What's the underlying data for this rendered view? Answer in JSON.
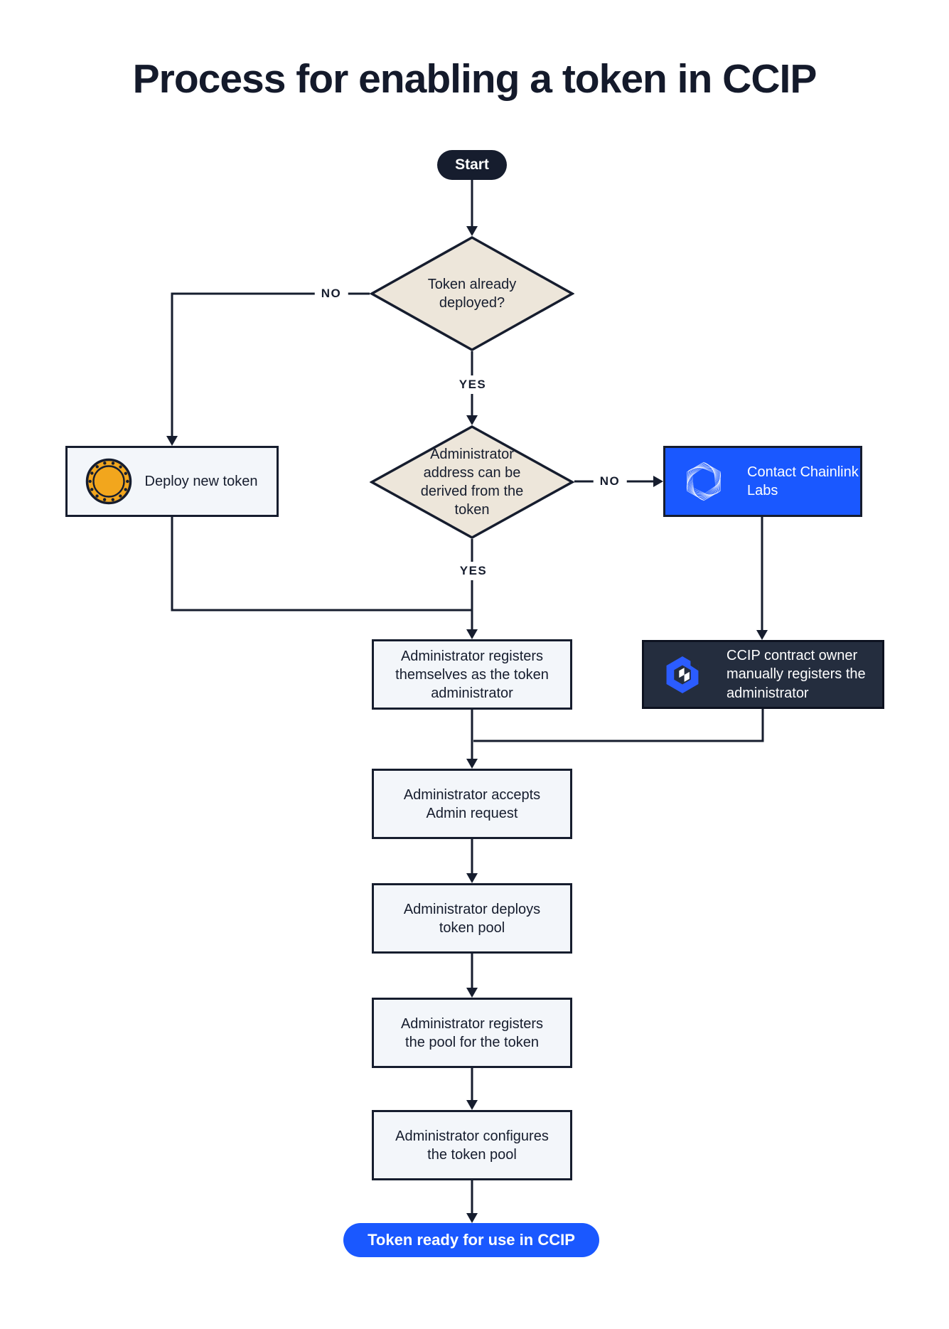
{
  "title": "Process for enabling a token in CCIP",
  "flowchart": {
    "start": {
      "label": "Start"
    },
    "decision_token_deployed": {
      "label": "Token already deployed?",
      "yes_label": "YES",
      "no_label": "NO"
    },
    "deploy_new_token": {
      "label": "Deploy new token",
      "icon": "coin-icon"
    },
    "decision_admin_derivable": {
      "label": "Administrator address can be derived from the token",
      "yes_label": "YES",
      "no_label": "NO"
    },
    "contact_chainlink": {
      "label": "Contact Chainlink Labs",
      "icon": "chainlink-labs-icon"
    },
    "register_self": {
      "label": "Administrator registers themselves as the token administrator"
    },
    "manual_register": {
      "label": "CCIP contract owner manually registers the administrator",
      "icon": "ccip-icon"
    },
    "accept_request": {
      "label": "Administrator accepts Admin request"
    },
    "deploy_pool": {
      "label": "Administrator deploys token pool"
    },
    "register_pool": {
      "label": "Administrator registers the pool for the token"
    },
    "configure_pool": {
      "label": "Administrator configures the token pool"
    },
    "end": {
      "label": "Token ready for use in CCIP"
    }
  },
  "colors": {
    "accent_blue": "#1A58FF",
    "ink_navy": "#161D2E",
    "diamond_cream": "#EDE6DA",
    "process_fill": "#F3F6FA",
    "dark_box_fill": "#242D3E",
    "dark_box_border": "#0D1220",
    "coin_gold": "#F2A61D",
    "background": "#FFFFFF"
  }
}
